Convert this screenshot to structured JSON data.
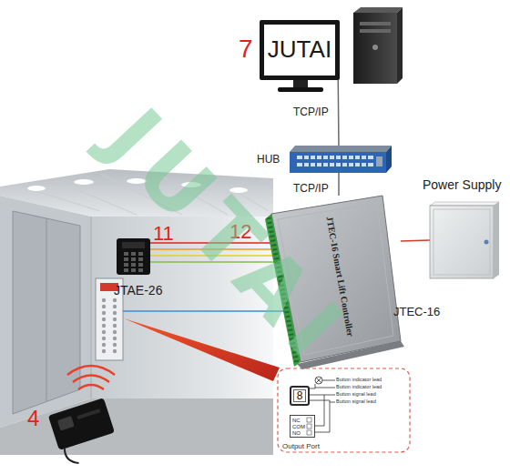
{
  "diagram": {
    "nodes": [
      {
        "text": [
          "JUTAI"
        ]
      },
      {
        "text": [
          "HUB"
        ]
      },
      {
        "text": [
          "Power Supply"
        ]
      },
      {
        "text": [
          "JTAE-26"
        ]
      },
      {
        "text": [
          "JTEC-16 Smart Lift Controller",
          "JTEC-16"
        ]
      },
      {
        "text": [
          "8"
        ]
      },
      {
        "text": [
          "NC",
          "COM",
          "NO",
          "Output Port"
        ]
      }
    ],
    "edges": [
      {
        "from": 0,
        "to": 1,
        "label": "TCP/IP",
        "arrow": "none"
      },
      {
        "from": 1,
        "to": 4,
        "label": "TCP/IP",
        "arrow": "none"
      },
      {
        "from": 3,
        "to": 4,
        "arrow": "none"
      },
      {
        "from": 4,
        "to": 2,
        "arrow": "none"
      },
      {
        "from": 5,
        "to": 6,
        "arrow": "none"
      }
    ],
    "labels": [
      "7",
      "11",
      "12",
      "4",
      "Button indicator lead",
      "Button indicator lead",
      "Button signal lead",
      "Button signal lead",
      "JUTAI"
    ]
  }
}
